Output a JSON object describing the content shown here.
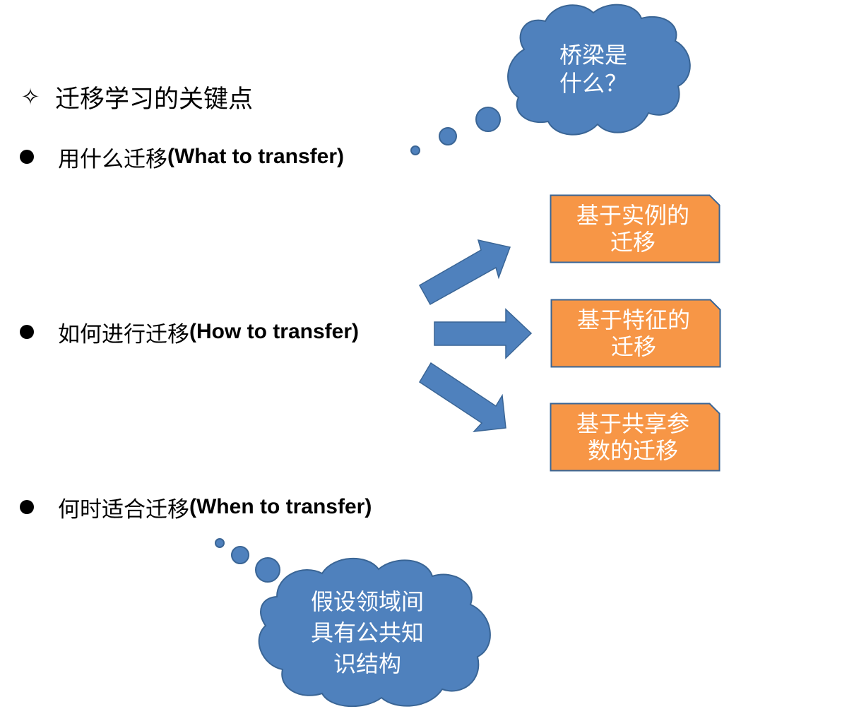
{
  "heading": {
    "mark": "✧",
    "text": "迁移学习的关键点"
  },
  "bullets": [
    {
      "zh": "用什么迁移",
      "en": "(What to transfer)"
    },
    {
      "zh": "如何进行迁移",
      "en": "(How to transfer)"
    },
    {
      "zh": "何时适合迁移",
      "en": "(When to transfer)"
    }
  ],
  "cloud_top": {
    "line1": "桥梁是",
    "line2": "什么？"
  },
  "cloud_bottom": {
    "line1": "假设领域间",
    "line2": "具有公共知",
    "line3": "识结构"
  },
  "boxes": [
    {
      "line1": "基于实例的",
      "line2": "迁移"
    },
    {
      "line1": "基于特征的",
      "line2": "迁移"
    },
    {
      "line1": "基于共享参",
      "line2": "数的迁移"
    }
  ],
  "colors": {
    "cloud_fill": "#4f81bd",
    "cloud_stroke": "#3a6595",
    "arrow_fill": "#4f81bd",
    "box_fill": "#f79646",
    "box_stroke": "#3a6595"
  }
}
